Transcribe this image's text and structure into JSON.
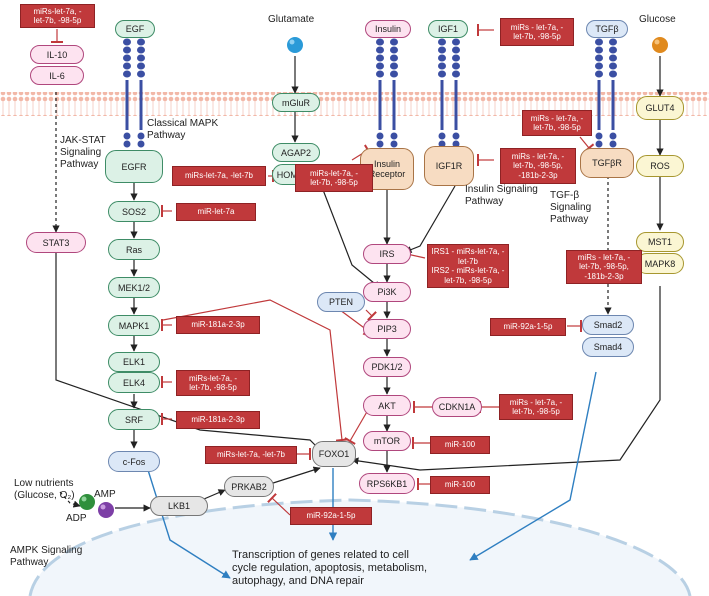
{
  "ligands": {
    "glutamate": "Glutamate",
    "glucose": "Glucose"
  },
  "receptor_labels": {
    "egf": "EGF",
    "insulin": "Insulin",
    "igf1": "IGF1",
    "tgfb": "TGFβ"
  },
  "pathways": {
    "mapk": "Classical MAPK\nPathway",
    "jak": "JAK-STAT\nSignaling\nPathway",
    "insulin": "Insulin Signaling\nPathway",
    "tgfb": "TGF-β\nSignaling\nPathway",
    "ampk": "AMPK Signaling\nPathway"
  },
  "nodes": {
    "il10": "IL-10",
    "il6": "IL-6",
    "stat3": "STAT3",
    "egfr": "EGFR",
    "sos2": "SOS2",
    "ras": "Ras",
    "mek": "MEK1/2",
    "mapk1": "MAPK1",
    "elk1": "ELK1",
    "elk4": "ELK4",
    "srf": "SRF",
    "cfos": "c-Fos",
    "mglur": "mGluR",
    "agap2": "AGAP2",
    "homer1": "HOMER1",
    "insr": "Insulin\nReceptor",
    "igf1r": "IGF1R",
    "irs": "IRS",
    "pi3k": "Pi3K",
    "pten": "PTEN",
    "pip3": "PIP3",
    "pdk": "PDK1/2",
    "akt": "AKT",
    "mtor": "mTOR",
    "rps6kb1": "RPS6KB1",
    "cdkn1a": "CDKN1A",
    "tgfbr": "TGFβR",
    "smad2": "Smad2",
    "smad4": "Smad4",
    "glut4": "GLUT4",
    "ros": "ROS",
    "mst1": "MST1",
    "mapk8": "MAPK8",
    "foxo1": "FOXO1",
    "lkb1": "LKB1",
    "prkab2": "PRKAB2"
  },
  "mirnas": {
    "il": "miRs-let-7a, -\nlet-7b, -98-5p",
    "homer": "miRs-let-7a, -let-7b",
    "insr": "miRs-let-7a, -\nlet-7b, -98-5p",
    "igf1": "miRs - let-7a, -\nlet-7b, -98-5p",
    "igf1r": "miRs - let-7a, -\nlet-7b, -98-5p,\n-181b-2-3p",
    "tgfbr": "miRs - let-7a, -\nlet-7b, -98-5p",
    "sos2": "miR-let-7a",
    "irs": "IRS1 - miRs-let-7a, -\nlet-7b\nIRS2 - miRs-let-7a, -\nlet-7b, -98-5p",
    "mapk8": "miRs - let-7a, -\nlet-7b, -98-5p,\n-181b-2-3p",
    "mapk1": "miR-181a-2-3p",
    "smad2": "miR-92a-1-5p",
    "elk4": "miRs-let-7a, -\nlet-7b, -98-5p",
    "srf": "miR-181a-2-3p",
    "cdkn1a": "miRs - let-7a, -\nlet-7b, -98-5p",
    "foxo1": "miRs-let-7a, -let-7b",
    "mtor": "miR-100",
    "rps6kb1": "miR-100",
    "prkab2": "miR-92a-1-5p"
  },
  "low_nutrients": "Low nutrients\n(Glucose, O₂)",
  "amp": "AMP",
  "adp": "ADP",
  "transcription": "Transcription of genes related to cell\ncycle regulation, apoptosis, metabolism,\nautophagy, and DNA repair",
  "colors": {
    "mirna": "#c0393b",
    "inhibit": "#c0393b",
    "activate": "#222222",
    "foxo_out": "#2f7fc1",
    "membrane": "#f2b8a8",
    "receptor": "#3b4fa3"
  }
}
